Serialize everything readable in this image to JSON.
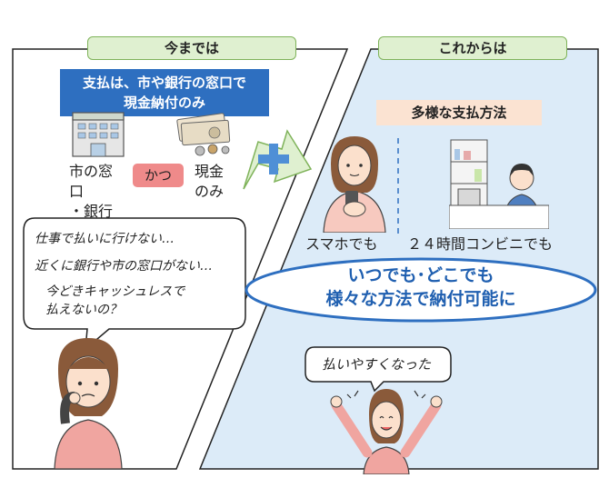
{
  "before": {
    "tab_label": "今までは",
    "headline_line1": "支払は、市や銀行の窓口で",
    "headline_line2": "現金納付のみ",
    "counter_label_line1": "市の窓口",
    "counter_label_line2": "・銀行",
    "and_label": "かつ",
    "cash_label_line1": "現金",
    "cash_label_line2": "のみ",
    "complaints": [
      "仕事で払いに行けない…",
      "近くに銀行や市の窓口がない…",
      "今どきキャッシュレスで",
      "払えないの？"
    ]
  },
  "after": {
    "tab_label": "これからは",
    "methods_label": "多様な支払方法",
    "smartphone_label": "スマホでも",
    "convenience_label": "２４時間コンビニでも",
    "highlight_line1": "いつでも･どこでも",
    "highlight_line2": "様々な方法で納付可能に",
    "reaction": "払いやすくなった"
  },
  "colors": {
    "left_panel": "#ffffff",
    "right_panel": "#dcebf8",
    "headline_box": "#2e6fc0",
    "tab_fill": "#dff0d0",
    "tab_border": "#7fb35a",
    "and_badge": "#ef8a8a",
    "methods_band": "#fbe3d2",
    "highlight_border": "#2e6fc0",
    "highlight_text": "#1f5fb0",
    "arrow_fill": "#dff0d0",
    "plus_color": "#4f8fd6",
    "person_shirt": "#f0a5a0",
    "hair": "#8a5a3a"
  },
  "icons": [
    "bank-building-icon",
    "cash-and-coins-icon",
    "plus-arrow-icon",
    "smartphone-user-icon",
    "convenience-store-clerk-icon",
    "worried-woman-icon",
    "happy-woman-icon"
  ]
}
